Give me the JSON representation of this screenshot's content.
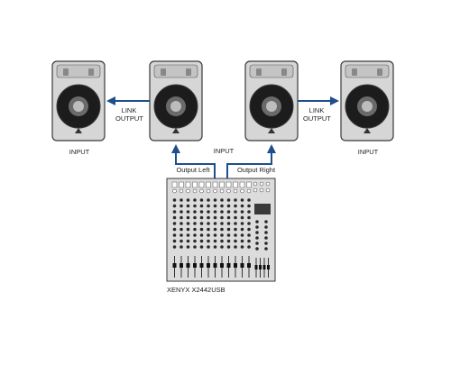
{
  "labels": {
    "input_1": "INPUT",
    "link_output_left": "LINK OUTPUT",
    "input_center": "INPUT",
    "link_output_right": "LINK OUTPUT",
    "input_4": "INPUT",
    "output_left": "Output Left",
    "output_right": "Output Right",
    "mixer_model": "XENYX X2442USB"
  },
  "colors": {
    "cable": "#1f4e8c",
    "speaker_body": "#d6d6d6",
    "speaker_outline": "#3a3a3a",
    "mixer_body": "#dcdcdc"
  },
  "icons": {
    "speaker": "pa-speaker-icon",
    "mixer": "mixer-console-icon"
  }
}
